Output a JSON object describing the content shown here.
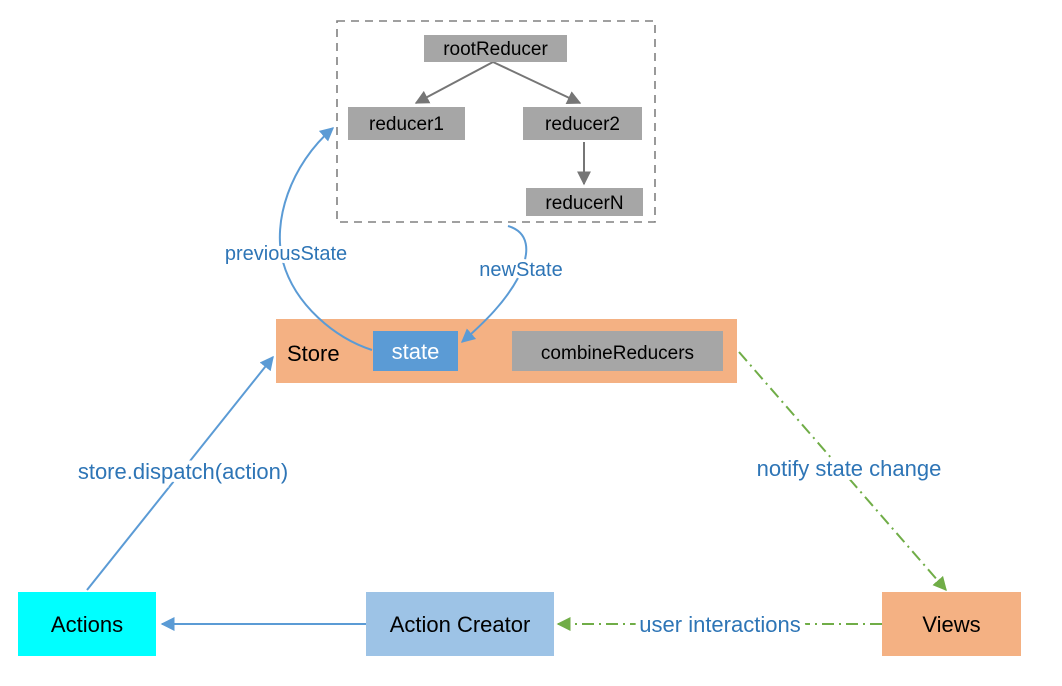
{
  "reducers": {
    "root": "rootReducer",
    "r1": "reducer1",
    "r2": "reducer2",
    "rN": "reducerN"
  },
  "store": {
    "label": "Store",
    "state": "state",
    "combine": "combineReducers"
  },
  "edges": {
    "previous_state": "previousState",
    "new_state": "newState",
    "dispatch": "store.dispatch(action)",
    "notify": "notify state change",
    "user_interactions": "user interactions"
  },
  "nodes": {
    "actions": "Actions",
    "action_creator": "Action Creator",
    "views": "Views"
  },
  "colors": {
    "gray_box": "#a6a6a6",
    "gray_arrow": "#767676",
    "store": "#f4b183",
    "state": "#5b9bd5",
    "blue_arrow": "#5b9bd5",
    "label_blue": "#2e75b6",
    "actions": "#00ffff",
    "action_creator": "#9dc3e6",
    "views": "#f4b183",
    "green": "#70ad47",
    "dashed_border": "#808080"
  }
}
